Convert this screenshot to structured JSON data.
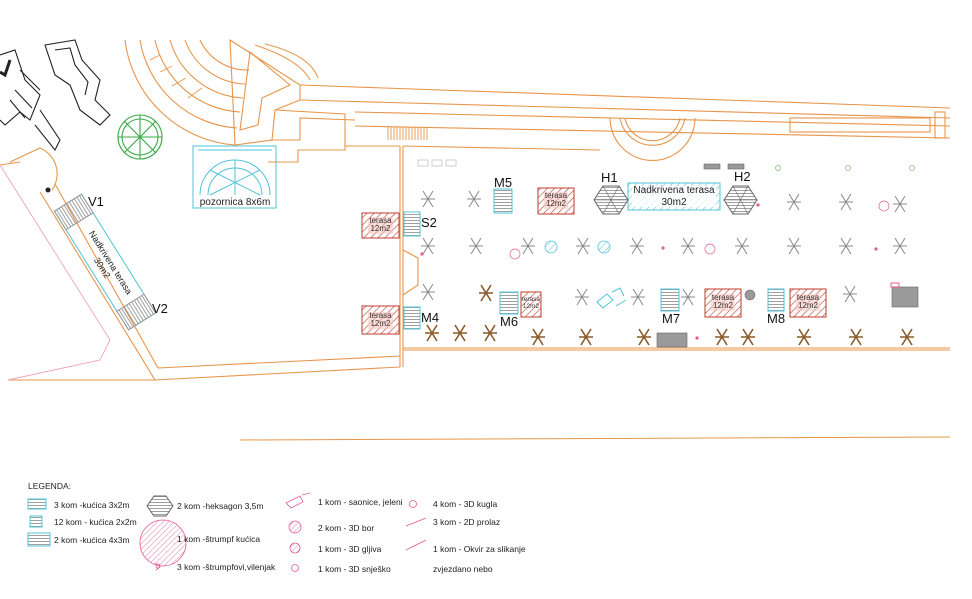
{
  "plan": {
    "labels": {
      "v1": "V1",
      "v2": "V2",
      "s2": "S2",
      "m4": "M4",
      "m5": "M5",
      "m6": "M6",
      "m7": "M7",
      "m8": "M8",
      "h1": "H1",
      "h2": "H2",
      "stage": "pozornica 8x6m",
      "covered_terrace_left": "Nadkrivena terasa\n30m2",
      "covered_terrace_top": "Nadkrivena terasa\n30m2",
      "terrace": "terasa\n12m2"
    },
    "colors": {
      "outline": "#e8954a",
      "cyan": "#4fc3d9",
      "red": "#c0392b",
      "brown": "#8b5a2b",
      "gray": "#888888",
      "pink": "#e35b8f"
    }
  },
  "legend": {
    "title": "LEGENDA:",
    "items": {
      "kucica_3x2": "3 kom -kućica 3x2m",
      "kucica_2x2": "12 kom - kućica 2x2m",
      "kucica_4x3": "2 kom -kućica 4x3m",
      "heksagon": "2 kom -heksagon 3,5m",
      "strumpf_kucica": "1 kom -štrumpf kućica",
      "strumpfovi": "3 kom -štrumpfovi,vilenjak",
      "saonice": "1 kom - saonice, jeleni",
      "bor": "2 kom - 3D bor",
      "gljiva": "1 kom - 3D gljiva",
      "snjesko": "1 kom - 3D snješko",
      "kugla": "4 kom - 3D kugla",
      "prolaz": "3 kom - 2D prolaz",
      "okvir": "1 kom - Okvir za slikanje",
      "zvjezdano": "zvjezdano nebo"
    }
  }
}
